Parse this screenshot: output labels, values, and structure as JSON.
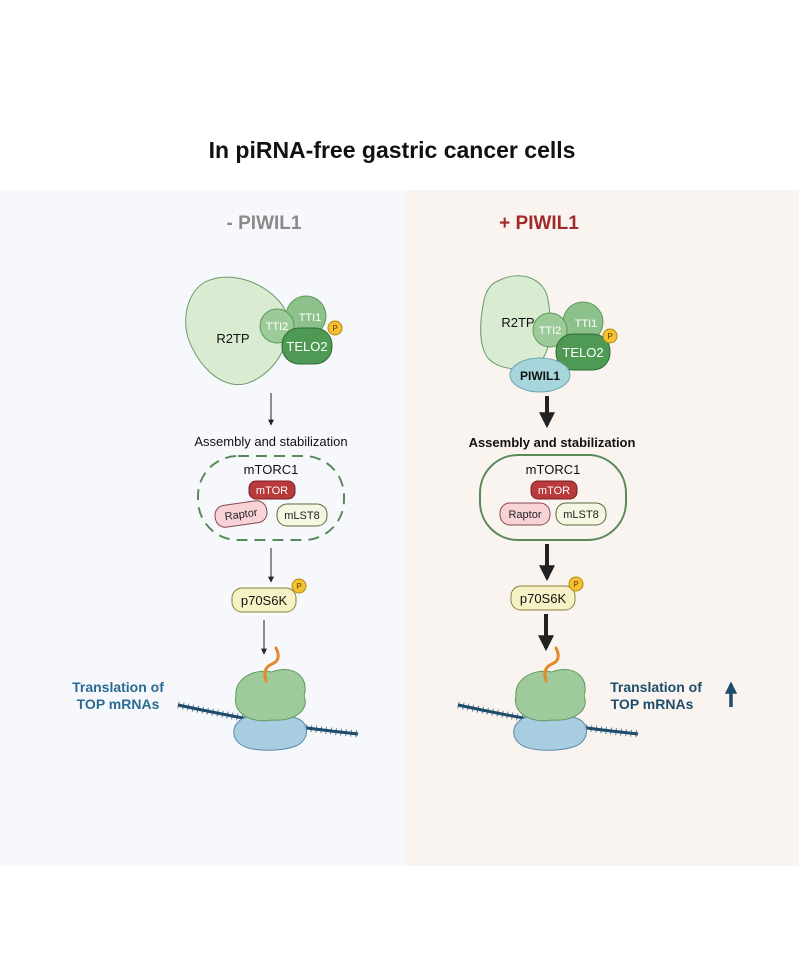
{
  "title": "In piRNA-free gastric cancer cells",
  "colors": {
    "left_bg": "#f7f8fc",
    "right_bg": "#faf4f0",
    "left_header": "#8a8a8a",
    "right_header": "#9e2a2a",
    "r2tp_fill": "#d9ecd2",
    "tti_fill": "#8cc18c",
    "telo_fill": "#4e9a55",
    "phospho": "#f5c131",
    "mtor_fill": "#b83a3a",
    "raptor_fill": "#f7d3d8",
    "mlst8_fill": "#f4f7e2",
    "p70_fill": "#f7f1c6",
    "piwil_fill": "#a6d6dc",
    "ribo_large": "#9fcb9c",
    "ribo_small": "#a9cde0",
    "mrna": "#1e4d6b",
    "peptide": "#e58a2b",
    "translation_text": "#2a6b93",
    "up_arrow": "#1e4d6b"
  },
  "left": {
    "header": "- PIWIL1",
    "r2tp": "R2TP",
    "tti2": "TTI2",
    "tti1": "TTI1",
    "telo2": "TELO2",
    "phospho": "P",
    "assembly": "Assembly and stabilization",
    "mtorc1": "mTORC1",
    "mtor": "mTOR",
    "raptor": "Raptor",
    "mlst8": "mLST8",
    "p70s6k": "p70S6K",
    "translation_line1": "Translation of",
    "translation_line2": "TOP mRNAs"
  },
  "right": {
    "header": "+ PIWIL1",
    "r2tp": "R2TP",
    "tti2": "TTI2",
    "tti1": "TTI1",
    "telo2": "TELO2",
    "phospho": "P",
    "piwil1": "PIWIL1",
    "assembly": "Assembly and stabilization",
    "mtorc1": "mTORC1",
    "mtor": "mTOR",
    "raptor": "Raptor",
    "mlst8": "mLST8",
    "p70s6k": "p70S6K",
    "translation_line1": "Translation of",
    "translation_line2": "TOP mRNAs"
  }
}
